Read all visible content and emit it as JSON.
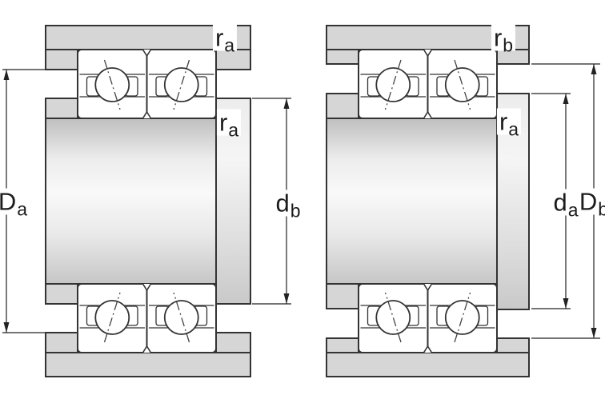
{
  "left_figure": {
    "outer_dim": {
      "main": "D",
      "sub": "a"
    },
    "inner_dim": {
      "main": "d",
      "sub": "b"
    },
    "fillet_top": {
      "main": "r",
      "sub": "a"
    },
    "fillet_inner": {
      "main": "r",
      "sub": "a"
    }
  },
  "right_figure": {
    "inner_dim": {
      "main": "d",
      "sub": "a"
    },
    "outer_dim": {
      "main": "D",
      "sub": "b"
    },
    "fillet_top": {
      "main": "r",
      "sub": "b"
    },
    "fillet_inner": {
      "main": "r",
      "sub": "a"
    }
  },
  "colors": {
    "line": "#333333",
    "dim_line": "#222222",
    "section_gray": "#d6d6d6",
    "background": "#ffffff"
  }
}
